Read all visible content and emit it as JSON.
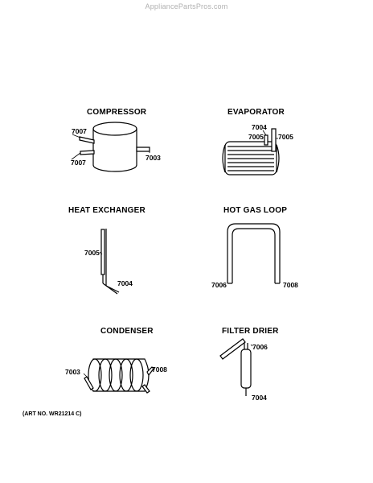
{
  "watermark": "AppliancePartsPros.com",
  "components": {
    "compressor": {
      "title": "COMPRESSOR",
      "labels": [
        "7007",
        "7007",
        "7003"
      ]
    },
    "evaporator": {
      "title": "EVAPORATOR",
      "labels": [
        "7004",
        "7005",
        "7005"
      ]
    },
    "heat_exchanger": {
      "title": "HEAT EXCHANGER",
      "labels": [
        "7005",
        "7004"
      ]
    },
    "hot_gas_loop": {
      "title": "HOT GAS LOOP",
      "labels": [
        "7006",
        "7008"
      ]
    },
    "condenser": {
      "title": "CONDENSER",
      "labels": [
        "7003",
        "7008"
      ]
    },
    "filter_drier": {
      "title": "FILTER DRIER",
      "labels": [
        "7006",
        "7004"
      ]
    }
  },
  "art_number": "(ART NO. WR21214 C)"
}
